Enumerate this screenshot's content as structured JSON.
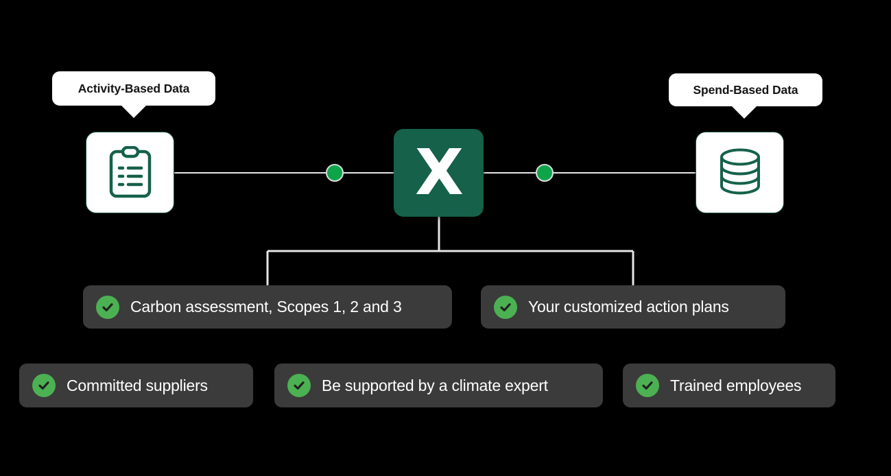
{
  "diagram": {
    "background_color": "#000000",
    "accent_green": "#0ea54a",
    "brand_dark_green": "#15614a",
    "check_green": "#4cb152",
    "card_background": "#3b3b3b",
    "connector_color": "#e6e6e6"
  },
  "bubbles": [
    {
      "id": "activity",
      "label": "Activity-Based Data"
    },
    {
      "id": "spend",
      "label": "Spend-Based Data"
    }
  ],
  "nodes": {
    "activity_tile": {
      "icon": "clipboard-list-icon"
    },
    "center": {
      "letter": "X",
      "icon": "x-logo"
    },
    "spend_tile": {
      "icon": "database-icon"
    }
  },
  "flow_dots": [
    {
      "id": "left-dot"
    },
    {
      "id": "right-dot"
    }
  ],
  "cards": {
    "outputs": [
      {
        "id": "assessment",
        "label": "Carbon assessment, Scopes 1, 2 and 3",
        "icon": "check-circle-icon"
      },
      {
        "id": "action-plans",
        "label": "Your customized action plans",
        "icon": "check-circle-icon"
      }
    ],
    "benefits": [
      {
        "id": "suppliers",
        "label": "Committed suppliers",
        "icon": "check-circle-icon"
      },
      {
        "id": "expert",
        "label": "Be supported by a climate expert",
        "icon": "check-circle-icon"
      },
      {
        "id": "employees",
        "label": "Trained employees",
        "icon": "check-circle-icon"
      }
    ]
  }
}
